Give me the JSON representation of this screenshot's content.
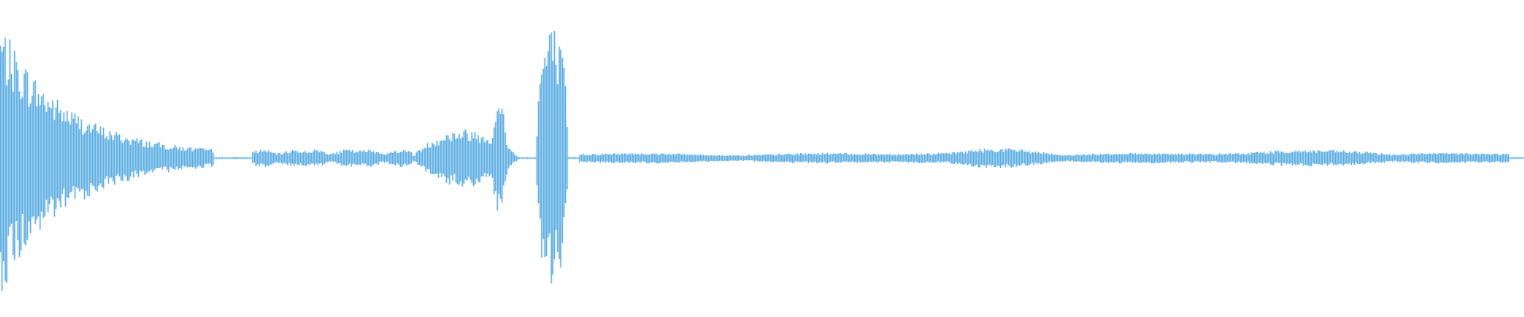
{
  "waveform": {
    "color": "#5dade2",
    "background": "#ffffff",
    "amplitude_range": [
      -1,
      1
    ],
    "events": [
      {
        "type": "decay",
        "start": 0.0,
        "end": 0.14,
        "peak": 0.82
      },
      {
        "type": "sustain",
        "start": 0.165,
        "end": 0.27,
        "peak": 0.06
      },
      {
        "type": "swell",
        "start": 0.27,
        "end": 0.34,
        "peak": 0.18
      },
      {
        "type": "burst",
        "start": 0.3225,
        "end": 0.3325,
        "peak": 0.34
      },
      {
        "type": "burst",
        "start": 0.352,
        "end": 0.372,
        "peak": 0.82
      },
      {
        "type": "sustain",
        "start": 0.38,
        "end": 0.99,
        "peak": 0.035
      },
      {
        "type": "swell",
        "start": 0.61,
        "end": 0.7,
        "peak": 0.06
      },
      {
        "type": "swell",
        "start": 0.79,
        "end": 0.93,
        "peak": 0.05
      }
    ]
  }
}
